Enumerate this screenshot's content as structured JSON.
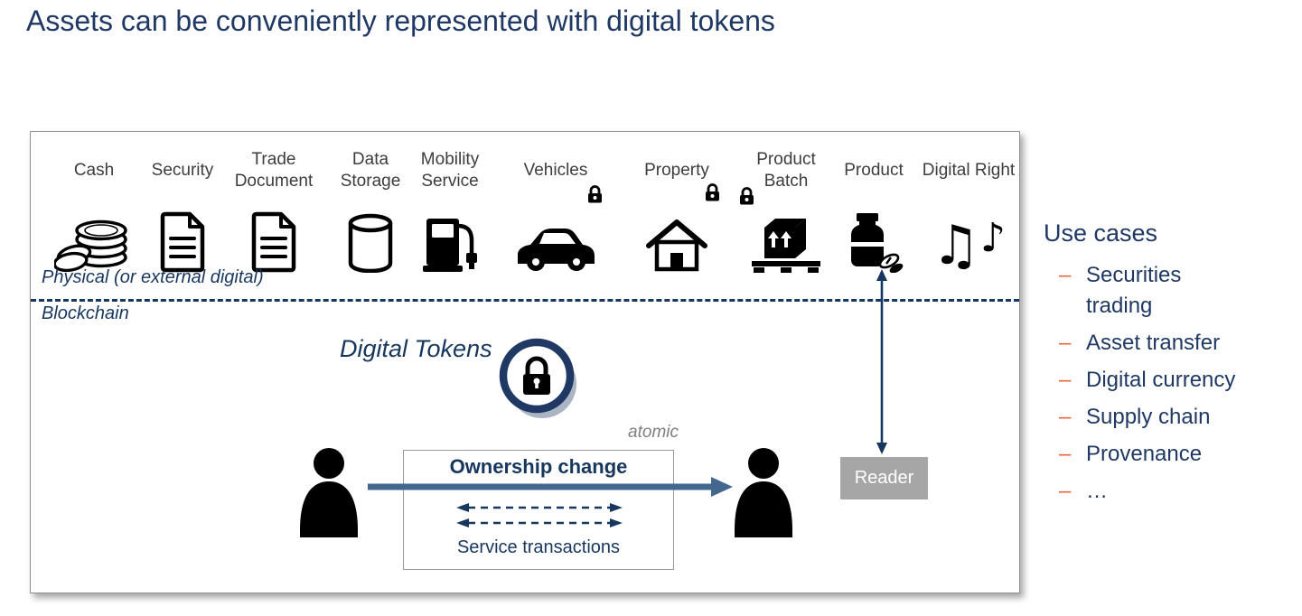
{
  "page": {
    "title": "Assets can be conveniently represented with digital tokens"
  },
  "assets": [
    {
      "label": "Cash",
      "icon": "coins-icon"
    },
    {
      "label": "Security",
      "icon": "document-icon"
    },
    {
      "label": "Trade Document",
      "icon": "document-icon"
    },
    {
      "label": "Data Storage",
      "icon": "database-icon"
    },
    {
      "label": "Mobility Service",
      "icon": "fuel-pump-icon"
    },
    {
      "label": "Vehicles",
      "icon": "car-icon",
      "lock": true
    },
    {
      "label": "Property",
      "icon": "house-icon",
      "lock": true
    },
    {
      "label": "Product Batch",
      "icon": "pallet-box-icon",
      "lock": true
    },
    {
      "label": "Product",
      "icon": "medicine-bottle-icon"
    },
    {
      "label": "Digital Right",
      "icon": "music-notes-icon"
    }
  ],
  "layers": {
    "physical_label": "Physical (or external digital)",
    "blockchain_label": "Blockchain"
  },
  "flow": {
    "digital_tokens_label": "Digital Tokens",
    "atomic_label": "atomic",
    "ownership_change_label": "Ownership change",
    "service_transactions_label": "Service transactions",
    "reader_label": "Reader"
  },
  "use_cases": {
    "heading": "Use cases",
    "bullet": "–",
    "items": [
      "Securities trading",
      "Asset transfer",
      "Digital currency",
      "Supply chain",
      "Provenance",
      "…"
    ]
  },
  "icons": {
    "music_glyph_beamed": "♫",
    "music_glyph_single": "♪"
  },
  "colors": {
    "navy_text": "#1F3864",
    "diagram_dark_blue": "#17375E",
    "ownership_arrow_blue": "#44678F",
    "use_case_bullet_orange": "#E8643C",
    "reader_gray": "#A6A6A6",
    "icon_black": "#000000"
  }
}
